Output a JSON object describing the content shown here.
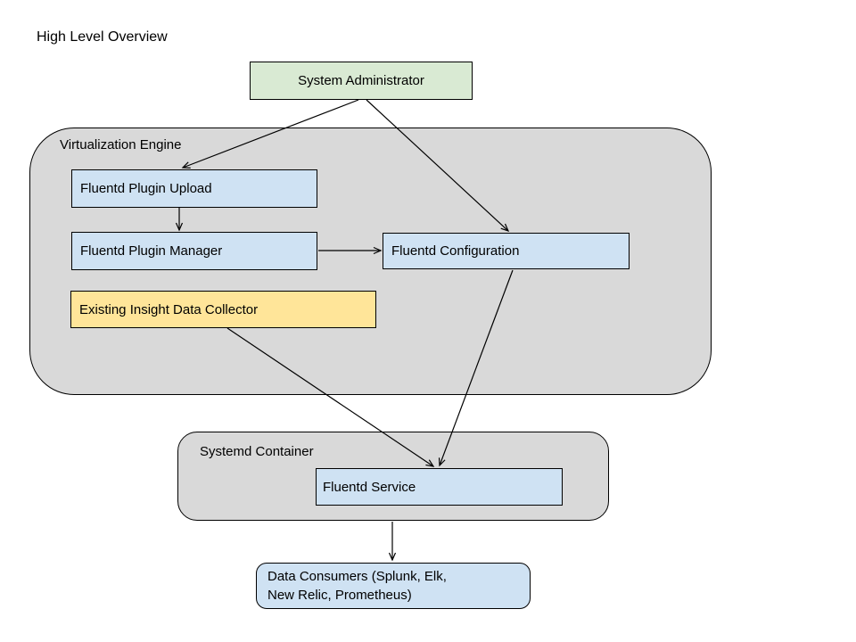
{
  "title": "High Level Overview",
  "colors": {
    "background": "#ffffff",
    "container_fill": "#d9d9d9",
    "node_blue": "#cfe2f3",
    "node_green": "#d9ead3",
    "node_yellow": "#ffe599",
    "border": "#000000",
    "arrow": "#000000",
    "text": "#000000"
  },
  "containers": {
    "virtualization_engine": {
      "label": "Virtualization Engine"
    },
    "systemd_container": {
      "label": "Systemd Container"
    }
  },
  "nodes": {
    "system_administrator": {
      "label": "System Administrator"
    },
    "fluentd_plugin_upload": {
      "label": "Fluentd Plugin Upload"
    },
    "fluentd_plugin_manager": {
      "label": "Fluentd Plugin Manager"
    },
    "fluentd_configuration": {
      "label": "Fluentd Configuration"
    },
    "existing_insight_data_collector": {
      "label": "Existing Insight Data Collector"
    },
    "fluentd_service": {
      "label": "Fluentd Service"
    },
    "data_consumers": {
      "label": "Data Consumers (Splunk, Elk,\nNew Relic, Prometheus)"
    }
  },
  "edges": [
    {
      "from": "system_administrator",
      "to": "fluentd_plugin_upload"
    },
    {
      "from": "system_administrator",
      "to": "fluentd_configuration"
    },
    {
      "from": "fluentd_plugin_upload",
      "to": "fluentd_plugin_manager"
    },
    {
      "from": "fluentd_plugin_manager",
      "to": "fluentd_configuration"
    },
    {
      "from": "existing_insight_data_collector",
      "to": "fluentd_service"
    },
    {
      "from": "fluentd_configuration",
      "to": "fluentd_service"
    },
    {
      "from": "fluentd_service",
      "to": "data_consumers"
    }
  ]
}
